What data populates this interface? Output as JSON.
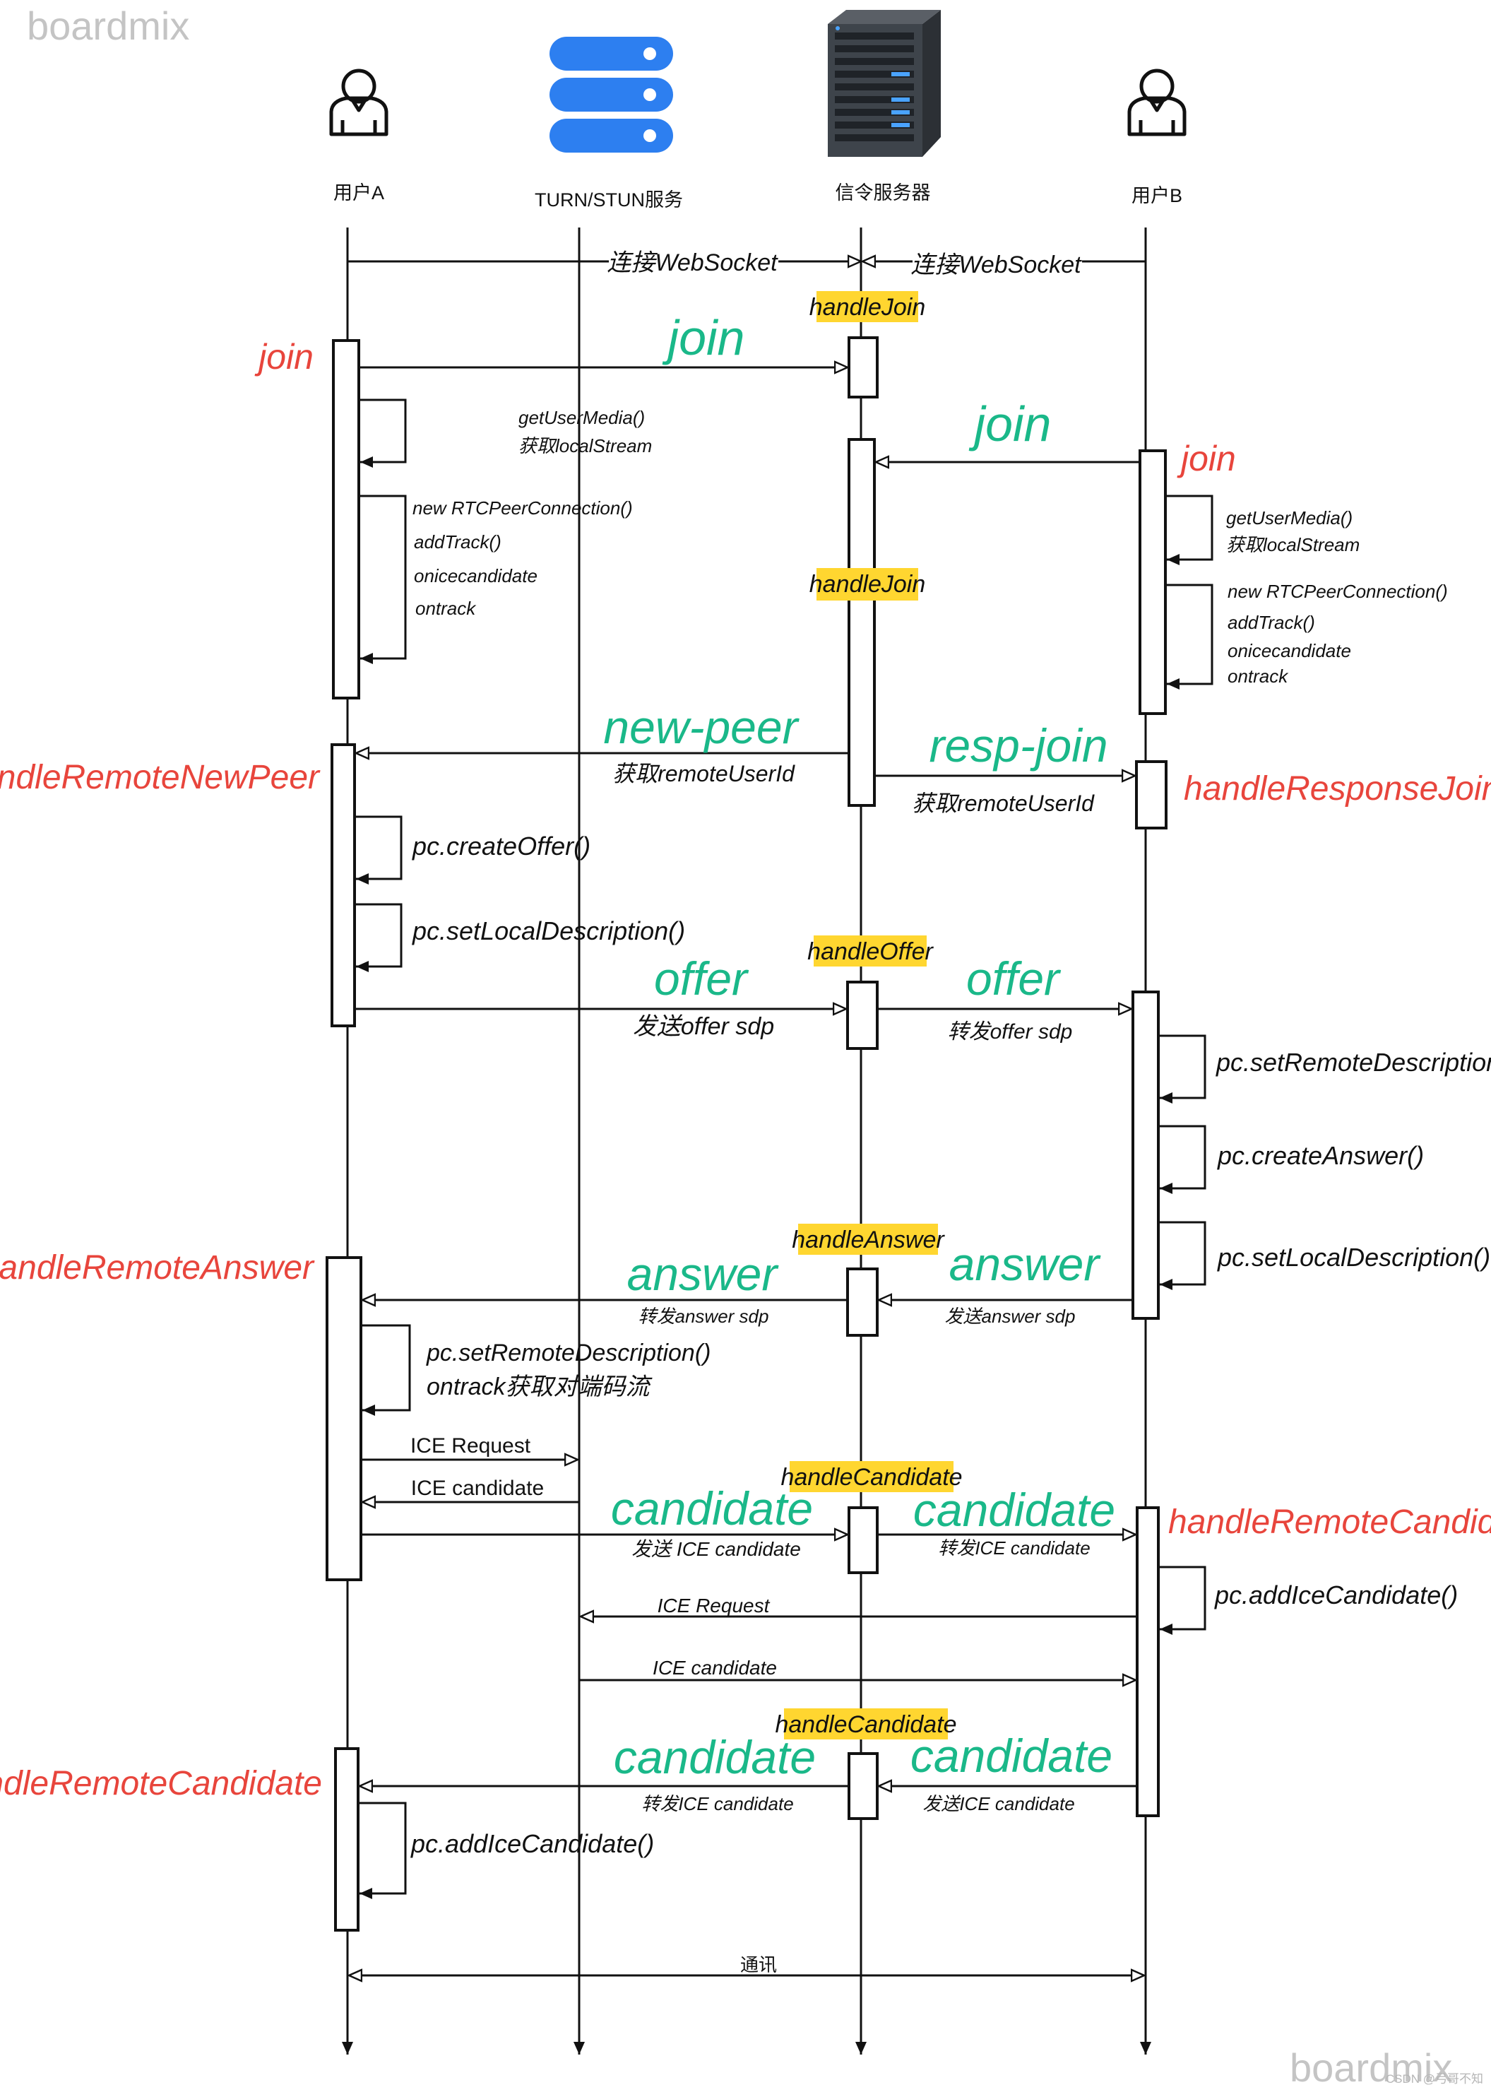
{
  "watermark": {
    "top": "boardmix",
    "bottom": "boardmix",
    "credit": "CSDN @弓哥不知"
  },
  "colors": {
    "green": "#1ab889",
    "red": "#e8453c",
    "yellow": "#ffd630",
    "line": "#111111",
    "blue": "#2d7ff0"
  },
  "actors": {
    "user_a": {
      "label": "用户A"
    },
    "turn": {
      "label": "TURN/STUN服务"
    },
    "signal": {
      "label": "信令服务器"
    },
    "user_b": {
      "label": "用户B"
    }
  },
  "messages": {
    "ws_a": "连接WebSocket",
    "ws_b": "连接WebSocket",
    "join_a": "join",
    "join_b": "join",
    "new_peer": "new-peer",
    "new_peer_sub": "获取remoteUserId",
    "resp_join": "resp-join",
    "resp_join_sub": "获取remoteUserId",
    "offer_a": "offer",
    "offer_a_sub": "发送offer sdp",
    "offer_b": "offer",
    "offer_b_sub": "转发offer sdp",
    "answer_a": "answer",
    "answer_a_sub": "转发answer sdp",
    "answer_b": "answer",
    "answer_b_sub": "发送answer sdp",
    "ice_req_a": "ICE Request",
    "ice_cand_a": "ICE candidate",
    "cand_a": "candidate",
    "cand_a_sub": "发送  ICE candidate",
    "cand_b": "candidate",
    "cand_b_sub": "转发ICE candidate",
    "ice_req_b": "ICE Request",
    "ice_cand_b": "ICE candidate",
    "cand_back_a": "candidate",
    "cand_back_a_sub": "转发ICE candidate",
    "cand_back_b": "candidate",
    "cand_back_b_sub": "发送ICE candidate",
    "comm": "通讯"
  },
  "server_handlers": {
    "h1": "handleJoin",
    "h2": "handleJoin",
    "h3": "handleOffer",
    "h4": "handleAnswer",
    "h5": "handleCandidate",
    "h6": "handleCandidate"
  },
  "client_handlers": {
    "join_a": "join",
    "join_b": "join",
    "remote_new_peer": "handleRemoteNewPeer",
    "response_join": "handleResponseJoin",
    "remote_answer": "handleRemoteAnswer",
    "remote_candidate_b": "handleRemoteCandidate",
    "remote_candidate_a": "handleRemoteCandidate"
  },
  "notes": {
    "a_get_media_1": "getUserMedia()",
    "a_get_media_2": "获取localStream",
    "a_pc_1": "new RTCPeerConnection()",
    "a_pc_2": "addTrack()",
    "a_pc_3": "onicecandidate",
    "a_pc_4": "ontrack",
    "b_get_media_1": "getUserMedia()",
    "b_get_media_2": "获取localStream",
    "b_pc_1": "new RTCPeerConnection()",
    "b_pc_2": "addTrack()",
    "b_pc_3": "onicecandidate",
    "b_pc_4": "ontrack",
    "a_create_offer": "pc.createOffer()",
    "a_set_local": "pc.setLocalDescription()",
    "b_set_remote": "pc.setRemoteDescription()",
    "b_create_answer": "pc.createAnswer()",
    "b_set_local": "pc.setLocalDescription()",
    "a_set_remote_1": "pc.setRemoteDescription()",
    "a_set_remote_2": "ontrack获取对端码流",
    "b_add_ice": "pc.addIceCandidate()",
    "a_add_ice": "pc.addIceCandidate()"
  }
}
